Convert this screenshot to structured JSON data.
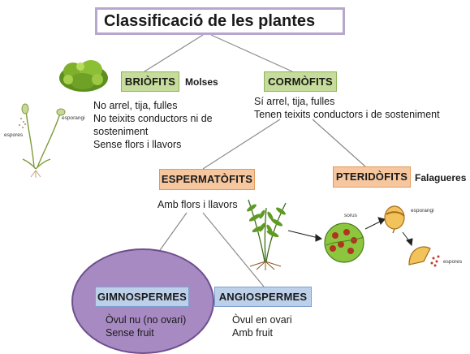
{
  "title": "Classificació de les plantes",
  "briofits": {
    "label": "BRIÒFITS",
    "aside": "Molses",
    "features": [
      "No arrel, tija, fulles",
      "No teixits conductors ni de",
      "sosteniment",
      "Sense flors i llavors"
    ],
    "illustration_labels": {
      "sporangium": "esporangi",
      "spores": "espores"
    }
  },
  "cormofits": {
    "label": "CORMÒFITS",
    "features": [
      "Sí arrel, tija, fulles",
      "Tenen teixits conductors i de sosteniment"
    ]
  },
  "espermatofits": {
    "label": "ESPERMATÒFITS",
    "features": [
      "Amb flors i llavors"
    ]
  },
  "pteridofits": {
    "label": "PTERIDÒFITS",
    "aside": "Falagueres",
    "illustration_labels": {
      "sorus": "sorus",
      "sporangium": "esporangi",
      "spores": "espores"
    }
  },
  "gimnospermes": {
    "label": "GIMNOSPERMES",
    "features": [
      "Òvul nu (no ovari)",
      "Sense fruit"
    ]
  },
  "angiospermes": {
    "label": "ANGIOSPERMES",
    "features": [
      "Òvul en ovari",
      "Amb fruit"
    ]
  },
  "colors": {
    "title_border": "#b6a7cf",
    "green_box": "#c5dc9b",
    "orange_box": "#f6c79e",
    "blue_box": "#bcd0ea",
    "ellipse_fill": "#a88ac2",
    "ellipse_border": "#6d4f8f",
    "connector": "#8a8a8a"
  }
}
